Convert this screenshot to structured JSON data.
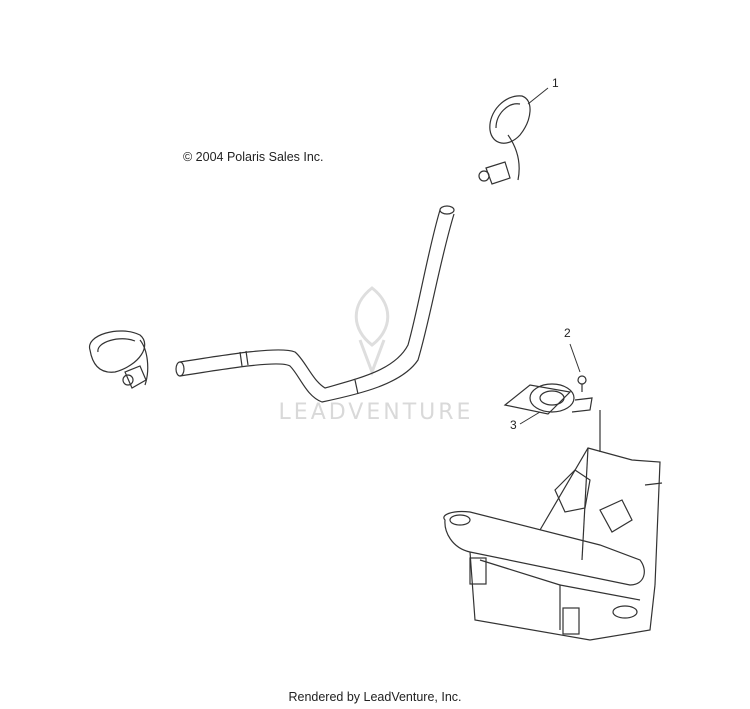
{
  "copyright": "© 2004 Polaris Sales Inc.",
  "footer": "Rendered by LeadVenture, Inc.",
  "watermark": "LEADVENTURE",
  "callouts": [
    {
      "label": "1",
      "part": "mirror"
    },
    {
      "label": "2",
      "part": "screw"
    },
    {
      "label": "3",
      "part": "horn"
    }
  ],
  "colors": {
    "line": "#333333",
    "watermark": "#d9d9d9"
  }
}
